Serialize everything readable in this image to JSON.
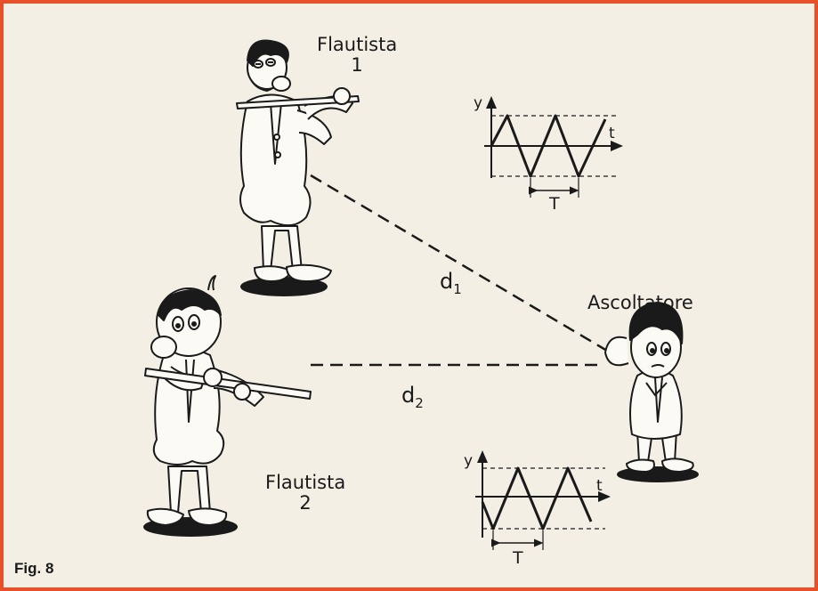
{
  "figure_caption": "Fig. 8",
  "labels": {
    "flautist1_line1": "Flautista",
    "flautist1_line2": "1",
    "flautist2_line1": "Flautista",
    "flautist2_line2": "2",
    "listener": "Ascoltatore",
    "d1_base": "d",
    "d1_sub": "1",
    "d2_base": "d",
    "d2_sub": "2"
  },
  "graph1": {
    "y_axis": "y",
    "t_axis": "t",
    "period": "T"
  },
  "graph2": {
    "y_axis": "y",
    "t_axis": "t",
    "period": "T"
  },
  "colors": {
    "frame": "#e8502a",
    "background": "#f3efe4",
    "ink": "#1a1a1a"
  },
  "icons": [
    "flautist-1-illustration",
    "flautist-2-illustration",
    "listener-illustration",
    "flute-icon"
  ]
}
